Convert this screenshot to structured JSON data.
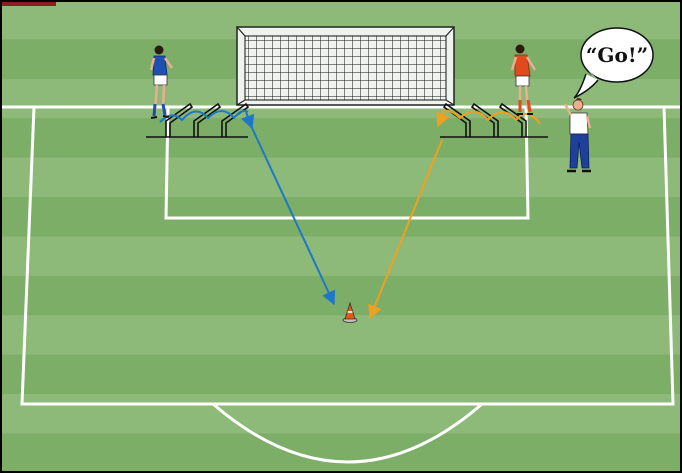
{
  "speech": {
    "text": "“Go!”"
  },
  "colors": {
    "grass_light": "#8dba78",
    "grass_dark": "#7cae68",
    "line": "#ffffff",
    "border": "#000000",
    "corner_tab": "#8b1e1e",
    "blue_arrow": "#1f77c8",
    "orange_arrow": "#f0a020",
    "blue_kit": "#1f4fb0",
    "red_kit": "#e04a1e",
    "coach_kit": "#1e3f9a",
    "cone": "#e05a14"
  },
  "elements": {
    "goal": "goal-with-net",
    "left_player": "player-blue-jumping",
    "right_player": "player-red-jumping",
    "coach": "coach-pointing",
    "cone": "cone-marker",
    "left_hurdles": "hurdles-left",
    "right_hurdles": "hurdles-right"
  }
}
